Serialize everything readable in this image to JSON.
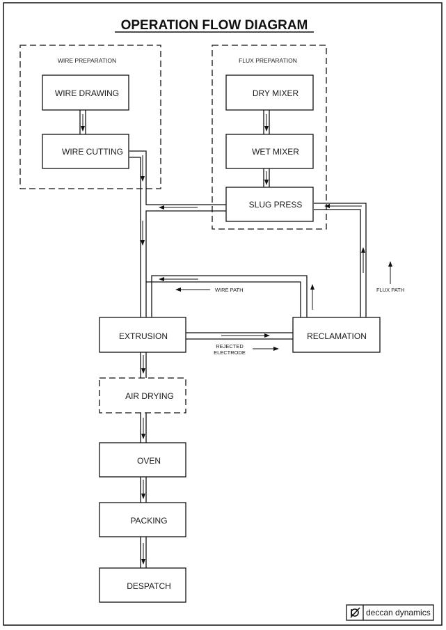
{
  "title": "OPERATION FLOW DIAGRAM",
  "groups": {
    "wire_preparation": "WIRE PREPARATION",
    "flux_preparation": "FLUX PREPARATION"
  },
  "nodes": {
    "wire_drawing": "WIRE DRAWING",
    "wire_cutting": "WIRE CUTTING",
    "dry_mixer": "DRY MIXER",
    "wet_mixer": "WET MIXER",
    "slug_press": "SLUG PRESS",
    "extrusion": "EXTRUSION",
    "reclamation": "RECLAMATION",
    "air_drying": "AIR DRYING",
    "oven": "OVEN",
    "packing": "PACKING",
    "despatch": "DESPATCH"
  },
  "legend": {
    "wire_path": "WIRE PATH",
    "flux_path": "FLUX PATH",
    "rejected_line1": "REJECTED",
    "rejected_line2": "ELECTRODE"
  },
  "logo": {
    "icon": "deccan-dynamics-logo-icon",
    "text": "deccan dynamics"
  }
}
